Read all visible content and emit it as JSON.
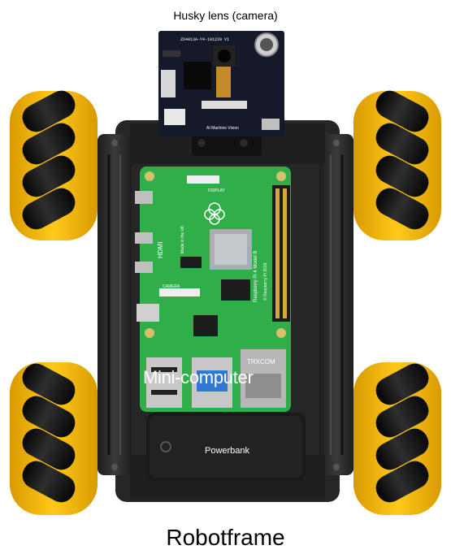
{
  "labels": {
    "camera": "Husky lens (camera)",
    "computer": "Mini-computer",
    "powerbank": "Powerbank",
    "frame": "Robotframe"
  },
  "camera_silkscreen": {
    "top": "ZD4013A-Y4-191229 V1",
    "bottom": "AI Machine Vision"
  },
  "board_silkscreen": {
    "model": "Raspberry Pi 4 Model B",
    "copyright": "© Raspberry Pi 2019",
    "hdmi": "HDMI",
    "camera": "CAMERA",
    "display": "DISPLAY",
    "made_in": "Made in the UK",
    "ethernet_brand": "TRXCOM"
  },
  "colors": {
    "chassis": "#2b2b2b",
    "wheel_hub": "#f2b705",
    "roller": "#141414",
    "pcb": "#2fae4a",
    "camera_pcb": "#15192a",
    "powerbank": "#1a1a1a"
  },
  "icons": [
    "wheel-icon",
    "raspberry-logo-icon"
  ]
}
